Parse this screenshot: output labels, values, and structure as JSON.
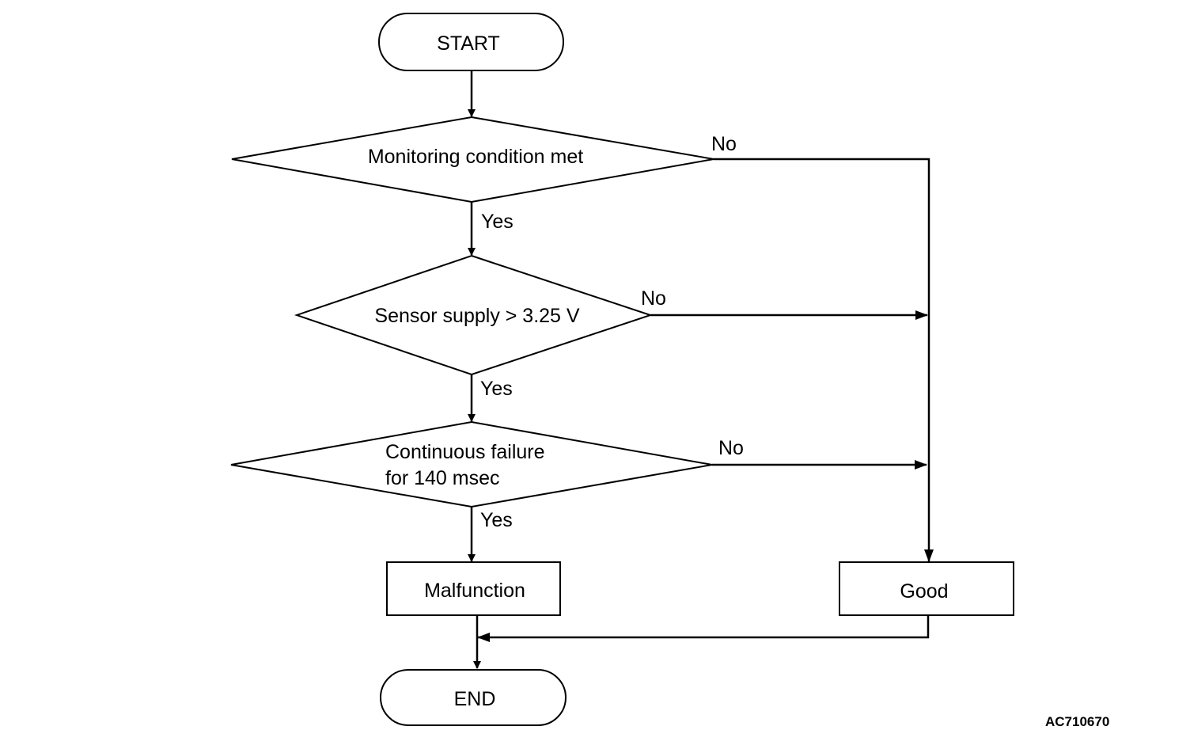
{
  "nodes": {
    "start": "START",
    "decision_monitoring": "Monitoring condition met",
    "decision_sensor": "Sensor supply > 3.25 V",
    "decision_failure_line1": "Continuous failure",
    "decision_failure_line2": "for 140 msec",
    "malfunction": "Malfunction",
    "good": "Good",
    "end": "END"
  },
  "branches": {
    "monitoring_yes": "Yes",
    "monitoring_no": "No",
    "sensor_yes": "Yes",
    "sensor_no": "No",
    "failure_yes": "Yes",
    "failure_no": "No"
  },
  "figure_code": "AC710670",
  "colors": {
    "stroke": "#000000",
    "fill": "#ffffff"
  }
}
